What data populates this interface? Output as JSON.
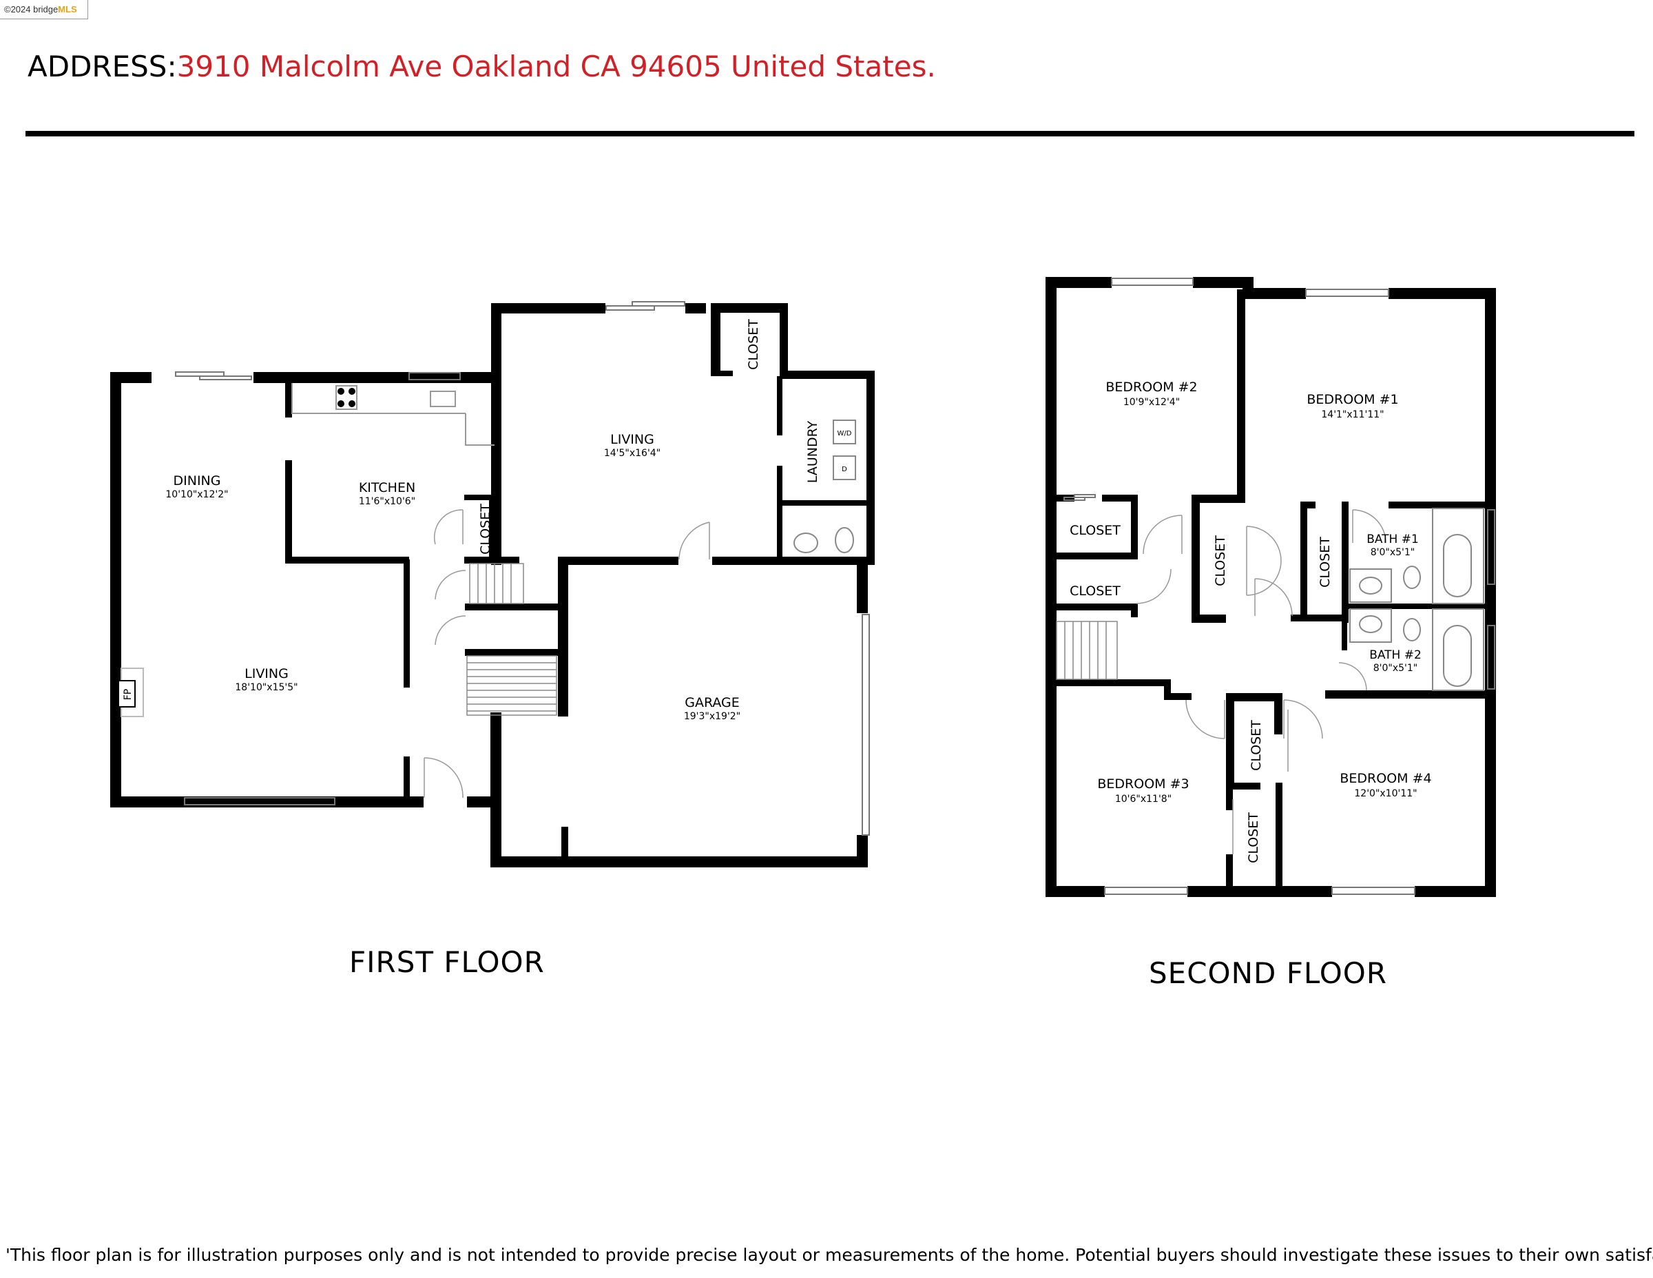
{
  "badge": {
    "copyright": "©2024 bridge",
    "mls": "MLS"
  },
  "header": {
    "label": "ADDRESS:",
    "address": "3910 Malcolm Ave Oakland CA 94605 United States."
  },
  "first_floor": {
    "label": "FIRST FLOOR",
    "rooms": {
      "dining": {
        "name": "DINING",
        "dims": "10'10\"x12'2\""
      },
      "kitchen": {
        "name": "KITCHEN",
        "dims": "11'6\"x10'6\""
      },
      "living_lower": {
        "name": "LIVING",
        "dims": "18'10\"x15'5\""
      },
      "living_upper": {
        "name": "LIVING",
        "dims": "14'5\"x16'4\""
      },
      "garage": {
        "name": "GARAGE",
        "dims": "19'3\"x19'2\""
      },
      "laundry": {
        "name": "LAUNDRY"
      },
      "closet_kitchen": {
        "name": "CLOSET"
      },
      "closet_top": {
        "name": "CLOSET"
      },
      "fireplace": {
        "name": "FP"
      },
      "washer_dryer": {
        "name": "W/D"
      },
      "dryer": {
        "name": "D"
      }
    }
  },
  "second_floor": {
    "label": "SECOND FLOOR",
    "rooms": {
      "bedroom2": {
        "name": "BEDROOM #2",
        "dims": "10'9\"x12'4\""
      },
      "bedroom1": {
        "name": "BEDROOM #1",
        "dims": "14'1\"x11'11\""
      },
      "bedroom3": {
        "name": "BEDROOM #3",
        "dims": "10'6\"x11'8\""
      },
      "bedroom4": {
        "name": "BEDROOM #4",
        "dims": "12'0\"x10'11\""
      },
      "bath1": {
        "name": "BATH #1",
        "dims": "8'0\"x5'1\""
      },
      "bath2": {
        "name": "BATH #2",
        "dims": "8'0\"x5'1\""
      },
      "closet_a": {
        "name": "CLOSET"
      },
      "closet_b": {
        "name": "CLOSET"
      },
      "closet_c": {
        "name": "CLOSET"
      },
      "closet_d": {
        "name": "CLOSET"
      },
      "closet_e": {
        "name": "CLOSET"
      },
      "closet_f": {
        "name": "CLOSET"
      }
    }
  },
  "disclaimer": "'This floor plan is for illustration purposes only and is not intended to provide precise layout or measurements of the home. Potential buyers should investigate these issues to their own satisfaction.'"
}
